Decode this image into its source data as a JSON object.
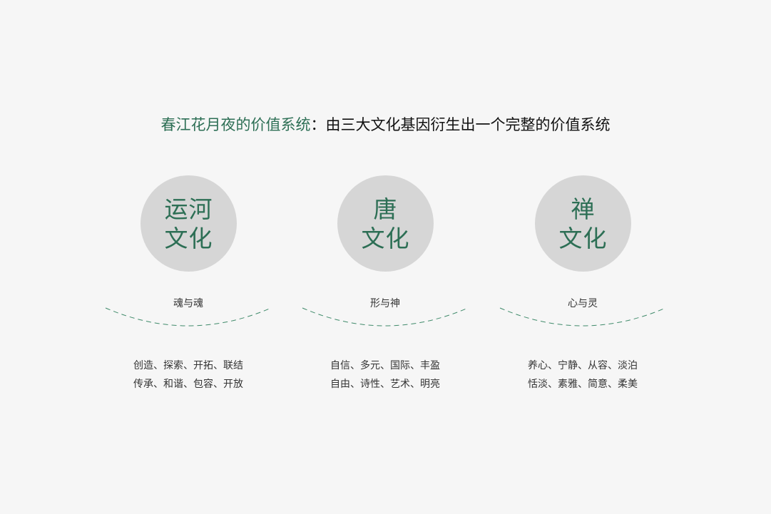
{
  "title": {
    "accent": "春江花月夜的价值系统",
    "rest": "：由三大文化基因衍生出一个完整的价值系统"
  },
  "columns": [
    {
      "line1": "运河",
      "line2": "文化",
      "subtitle": "魂与魂",
      "values": [
        "创造、探索、开拓、联结",
        "传承、和谐、包容、开放"
      ]
    },
    {
      "line1": "唐",
      "line2": "文化",
      "subtitle": "形与神",
      "values": [
        "自信、多元、国际、丰盈",
        "自由、诗性、艺术、明亮"
      ]
    },
    {
      "line1": "禅",
      "line2": "文化",
      "subtitle": "心与灵",
      "values": [
        "养心、宁静、从容、淡泊",
        "恬淡、素雅、简意、柔美"
      ]
    }
  ],
  "colors": {
    "accent": "#2d6f55",
    "circle": "#d6d6d6",
    "background": "#f6f6f6",
    "dashed_arc": "#3f8a6a"
  }
}
